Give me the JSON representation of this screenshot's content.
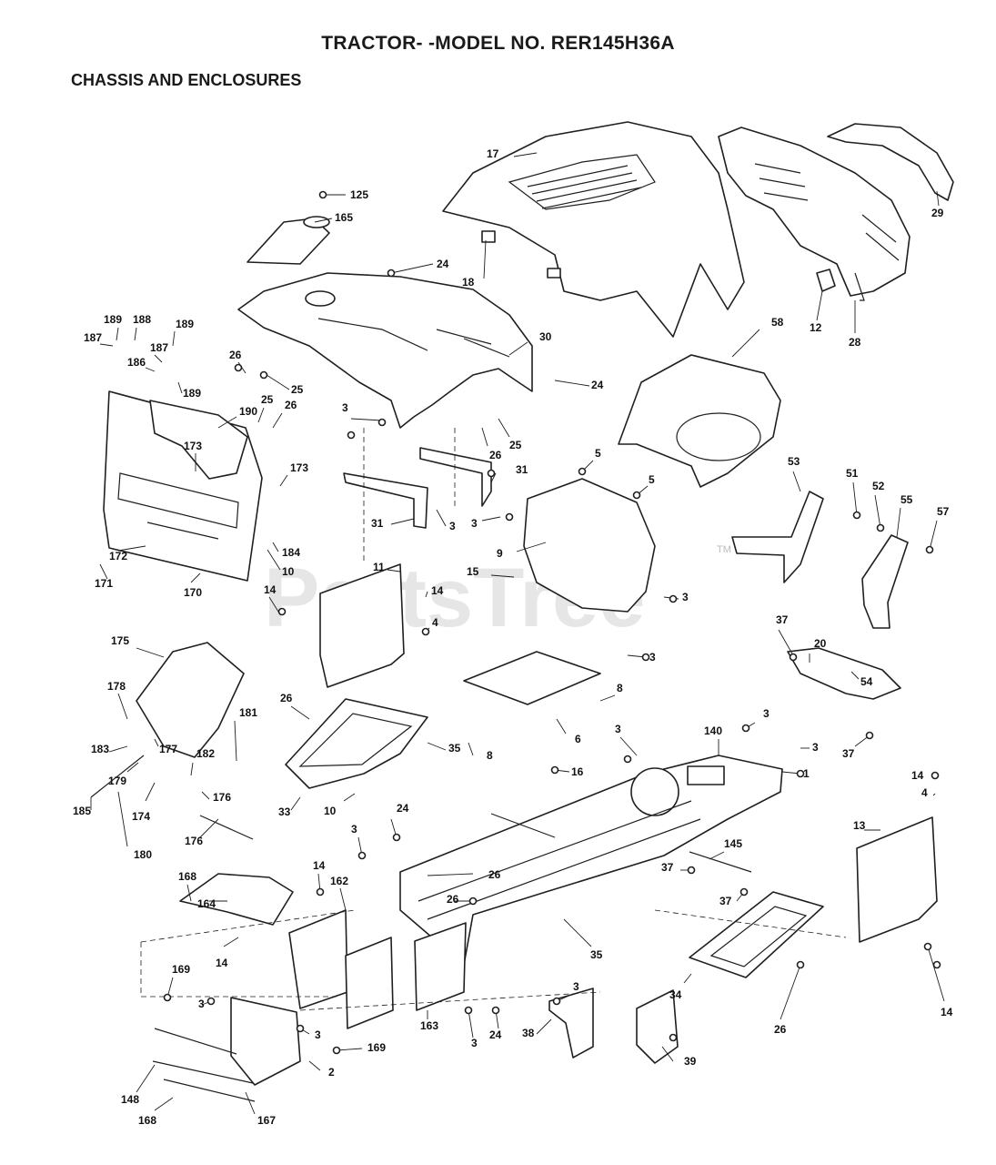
{
  "header": {
    "title": "TRACTOR- -MODEL NO. RER145H36A",
    "section": "CHASSIS AND ENCLOSURES"
  },
  "watermark": {
    "text": "PartsTree",
    "tm": "TM"
  },
  "callouts": [
    {
      "id": "c-125",
      "label": "125"
    },
    {
      "id": "c-165",
      "label": "165"
    },
    {
      "id": "c-24a",
      "label": "24"
    },
    {
      "id": "c-17",
      "label": "17"
    },
    {
      "id": "c-18",
      "label": "18"
    },
    {
      "id": "c-29",
      "label": "29"
    },
    {
      "id": "c-12",
      "label": "12"
    },
    {
      "id": "c-28",
      "label": "28"
    },
    {
      "id": "c-189a",
      "label": "189"
    },
    {
      "id": "c-188",
      "label": "188"
    },
    {
      "id": "c-189b",
      "label": "189"
    },
    {
      "id": "c-187a",
      "label": "187"
    },
    {
      "id": "c-187b",
      "label": "187"
    },
    {
      "id": "c-186",
      "label": "186"
    },
    {
      "id": "c-189c",
      "label": "189"
    },
    {
      "id": "c-26a",
      "label": "26"
    },
    {
      "id": "c-25a",
      "label": "25"
    },
    {
      "id": "c-30",
      "label": "30"
    },
    {
      "id": "c-24b",
      "label": "24"
    },
    {
      "id": "c-58",
      "label": "58"
    },
    {
      "id": "c-190",
      "label": "190"
    },
    {
      "id": "c-25b",
      "label": "25"
    },
    {
      "id": "c-26b",
      "label": "26"
    },
    {
      "id": "c-173a",
      "label": "173"
    },
    {
      "id": "c-173b",
      "label": "173"
    },
    {
      "id": "c-3a",
      "label": "3"
    },
    {
      "id": "c-26c",
      "label": "26"
    },
    {
      "id": "c-25c",
      "label": "25"
    },
    {
      "id": "c-5a",
      "label": "5"
    },
    {
      "id": "c-5b",
      "label": "5"
    },
    {
      "id": "c-31a",
      "label": "31"
    },
    {
      "id": "c-31b",
      "label": "31"
    },
    {
      "id": "c-3b",
      "label": "3"
    },
    {
      "id": "c-3c",
      "label": "3"
    },
    {
      "id": "c-53",
      "label": "53"
    },
    {
      "id": "c-51",
      "label": "51"
    },
    {
      "id": "c-52",
      "label": "52"
    },
    {
      "id": "c-55",
      "label": "55"
    },
    {
      "id": "c-57",
      "label": "57"
    },
    {
      "id": "c-172",
      "label": "172"
    },
    {
      "id": "c-171",
      "label": "171"
    },
    {
      "id": "c-170",
      "label": "170"
    },
    {
      "id": "c-184",
      "label": "184"
    },
    {
      "id": "c-10a",
      "label": "10"
    },
    {
      "id": "c-9",
      "label": "9"
    },
    {
      "id": "c-11",
      "label": "11"
    },
    {
      "id": "c-15",
      "label": "15"
    },
    {
      "id": "c-14a",
      "label": "14"
    },
    {
      "id": "c-14b",
      "label": "14"
    },
    {
      "id": "c-4a",
      "label": "4"
    },
    {
      "id": "c-3d",
      "label": "3"
    },
    {
      "id": "c-37a",
      "label": "37"
    },
    {
      "id": "c-20",
      "label": "20"
    },
    {
      "id": "c-54",
      "label": "54"
    },
    {
      "id": "c-175",
      "label": "175"
    },
    {
      "id": "c-3e",
      "label": "3"
    },
    {
      "id": "c-178",
      "label": "178"
    },
    {
      "id": "c-181",
      "label": "181"
    },
    {
      "id": "c-26d",
      "label": "26"
    },
    {
      "id": "c-8a",
      "label": "8"
    },
    {
      "id": "c-3f",
      "label": "3"
    },
    {
      "id": "c-140",
      "label": "140"
    },
    {
      "id": "c-3g",
      "label": "3"
    },
    {
      "id": "c-37b",
      "label": "37"
    },
    {
      "id": "c-183",
      "label": "183"
    },
    {
      "id": "c-177",
      "label": "177"
    },
    {
      "id": "c-182",
      "label": "182"
    },
    {
      "id": "c-35a",
      "label": "35"
    },
    {
      "id": "c-8b",
      "label": "8"
    },
    {
      "id": "c-6",
      "label": "6"
    },
    {
      "id": "c-3h",
      "label": "3"
    },
    {
      "id": "c-1",
      "label": "1"
    },
    {
      "id": "c-179",
      "label": "179"
    },
    {
      "id": "c-176a",
      "label": "176"
    },
    {
      "id": "c-16",
      "label": "16"
    },
    {
      "id": "c-14c",
      "label": "14"
    },
    {
      "id": "c-4b",
      "label": "4"
    },
    {
      "id": "c-185",
      "label": "185"
    },
    {
      "id": "c-174",
      "label": "174"
    },
    {
      "id": "c-33",
      "label": "33"
    },
    {
      "id": "c-10b",
      "label": "10"
    },
    {
      "id": "c-24c",
      "label": "24"
    },
    {
      "id": "c-13",
      "label": "13"
    },
    {
      "id": "c-176b",
      "label": "176"
    },
    {
      "id": "c-180",
      "label": "180"
    },
    {
      "id": "c-3i",
      "label": "3"
    },
    {
      "id": "c-145",
      "label": "145"
    },
    {
      "id": "c-37c",
      "label": "37"
    },
    {
      "id": "c-168a",
      "label": "168"
    },
    {
      "id": "c-14d",
      "label": "14"
    },
    {
      "id": "c-162",
      "label": "162"
    },
    {
      "id": "c-26e",
      "label": "26"
    },
    {
      "id": "c-26f",
      "label": "26"
    },
    {
      "id": "c-37d",
      "label": "37"
    },
    {
      "id": "c-164",
      "label": "164"
    },
    {
      "id": "c-14e",
      "label": "14"
    },
    {
      "id": "c-35b",
      "label": "35"
    },
    {
      "id": "c-34",
      "label": "34"
    },
    {
      "id": "c-169a",
      "label": "169"
    },
    {
      "id": "c-3j",
      "label": "3"
    },
    {
      "id": "c-14f",
      "label": "14"
    },
    {
      "id": "c-3k",
      "label": "3"
    },
    {
      "id": "c-163",
      "label": "163"
    },
    {
      "id": "c-3l",
      "label": "3"
    },
    {
      "id": "c-24d",
      "label": "24"
    },
    {
      "id": "c-38",
      "label": "38"
    },
    {
      "id": "c-3m",
      "label": "3"
    },
    {
      "id": "c-26g",
      "label": "26"
    },
    {
      "id": "c-169b",
      "label": "169"
    },
    {
      "id": "c-2",
      "label": "2"
    },
    {
      "id": "c-39",
      "label": "39"
    },
    {
      "id": "c-148",
      "label": "148"
    },
    {
      "id": "c-168b",
      "label": "168"
    },
    {
      "id": "c-167",
      "label": "167"
    }
  ]
}
